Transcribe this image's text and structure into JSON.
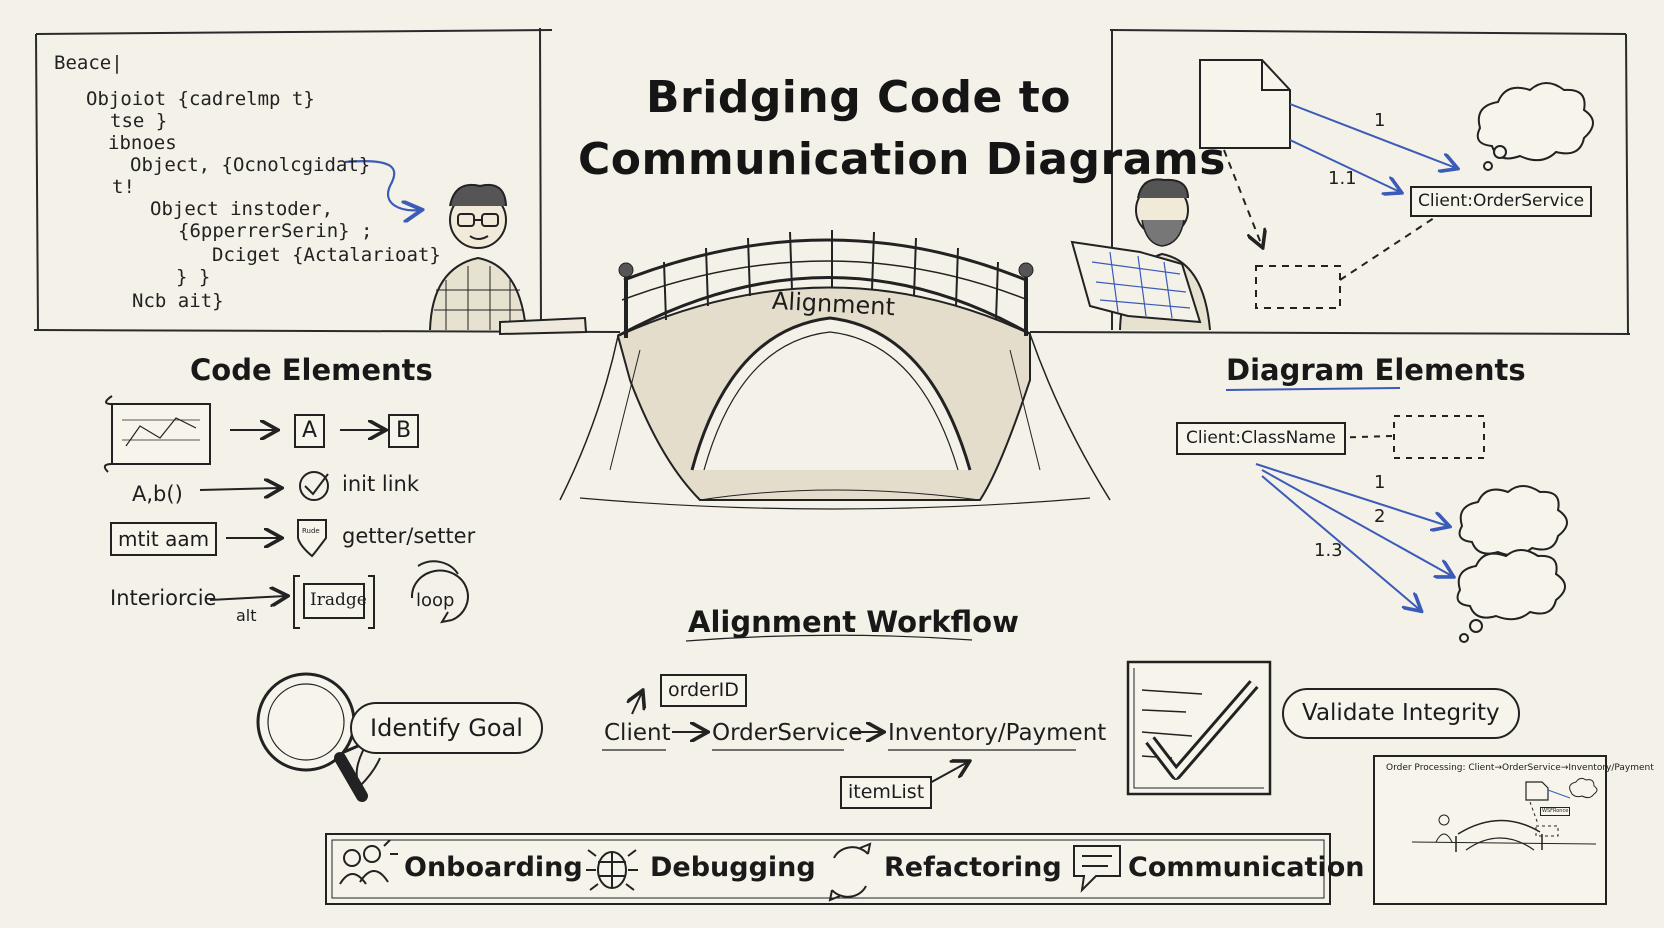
{
  "title_line1": "Bridging Code to",
  "title_line2": "Communication Diagrams",
  "code_snippet": [
    "Beace|",
    "Objoiot {cadrelmp t}",
    "tse }",
    "ibnoes",
    "Object, {Ocnolcgidat}",
    "t!",
    "Object instoder,",
    "{6pperrerSerin} ;",
    "Dciget {Actalarioat}",
    "}    }",
    "Ncb ait}"
  ],
  "bridge_label": "Alignment",
  "top_right": {
    "label_1": "1",
    "label_11": "1.1",
    "client_box": "Client:OrderService"
  },
  "code_elements": {
    "heading": "Code Elements",
    "a": "A",
    "b": "B",
    "method": "A,b()",
    "init_link": "init link",
    "field": "mtit aam",
    "getter_setter": "getter/setter",
    "interface": "Interiorcie",
    "alt": "alt",
    "bridge_box": "Iradge",
    "loop": "loop",
    "shield_text": "Rude"
  },
  "diagram_elements": {
    "heading": "Diagram Elements",
    "class_box": "Client:ClassName",
    "n1": "1",
    "n2": "2",
    "n13": "1.3"
  },
  "workflow": {
    "heading": "Alignment Workflow",
    "identify": "Identify Goal",
    "order_id": "orderID",
    "client": "Client",
    "order_service": "OrderService",
    "inventory": "Inventory/Payment",
    "item_list": "itemList",
    "validate": "Validate Integrity"
  },
  "legend": [
    "Onboarding",
    "Debugging",
    "Refactoring",
    "Communication"
  ],
  "thumbnail": {
    "caption": "Order Processing: Client→OrderService→Inventory/Payment",
    "box": "WSFRonce"
  }
}
